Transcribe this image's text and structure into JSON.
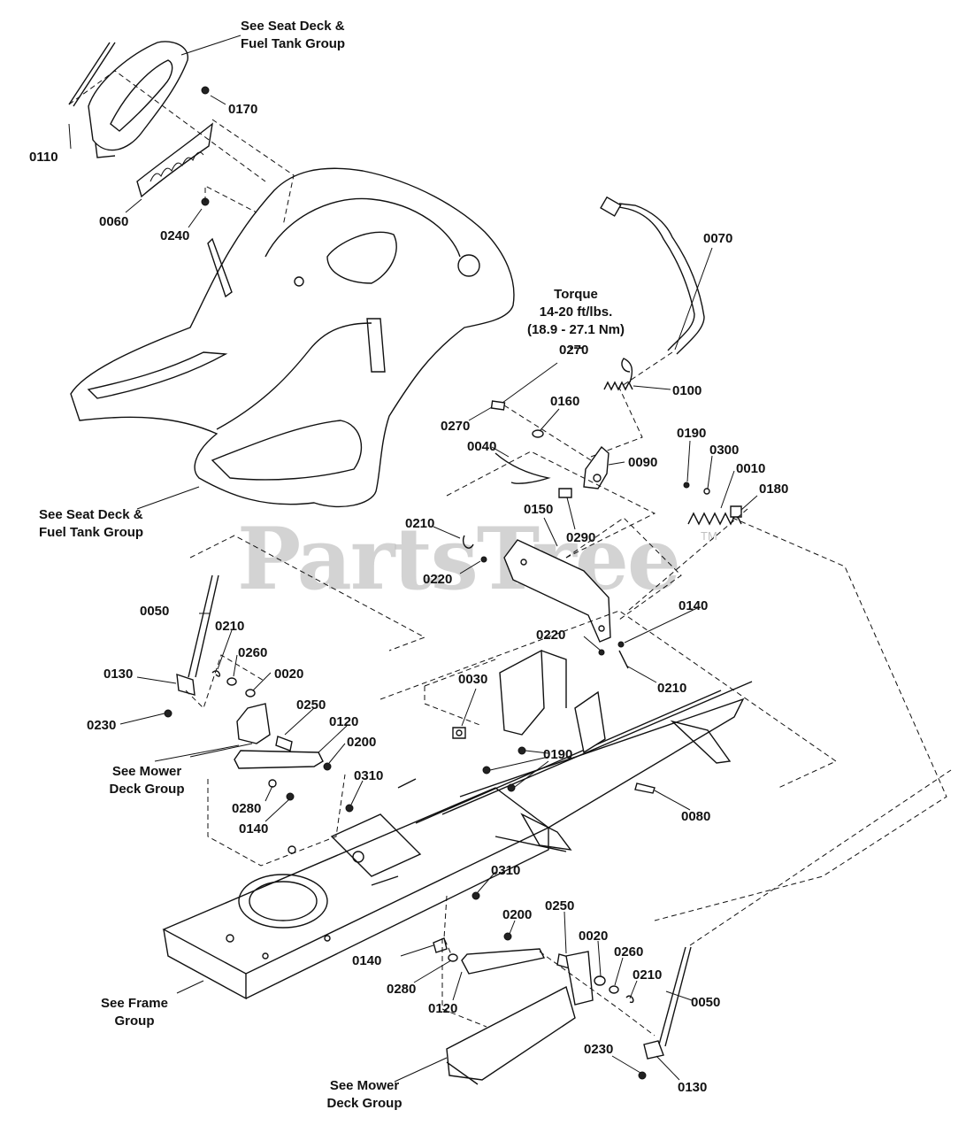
{
  "watermark": {
    "text": "PartsTree",
    "trademark": "TM"
  },
  "part_labels": [
    "0110",
    "0170",
    "0060",
    "0240",
    "0070",
    "0270",
    "0270",
    "0160",
    "0100",
    "0040",
    "0090",
    "0190",
    "0300",
    "0010",
    "0180",
    "0290",
    "0150",
    "0210",
    "0220",
    "0050",
    "0210",
    "0260",
    "0020",
    "0130",
    "0250",
    "0230",
    "0120",
    "0200",
    "0140",
    "0220",
    "0210",
    "0030",
    "0190",
    "0310",
    "0280",
    "0140",
    "0080",
    "0310",
    "0200",
    "0250",
    "0020",
    "0260",
    "0140",
    "0280",
    "0210",
    "0120",
    "0050",
    "0230",
    "0130"
  ],
  "notes": {
    "seat_deck_top": "See Seat Deck &\nFuel Tank Group",
    "seat_deck_left": "See Seat Deck &\nFuel Tank Group",
    "torque": "Torque\n14-20 ft/lbs.\n(18.9 - 27.1 Nm)\n---",
    "mower_deck_left": "See Mower\nDeck Group",
    "frame": "See Frame\nGroup",
    "mower_deck_bottom": "See Mower\nDeck Group"
  }
}
